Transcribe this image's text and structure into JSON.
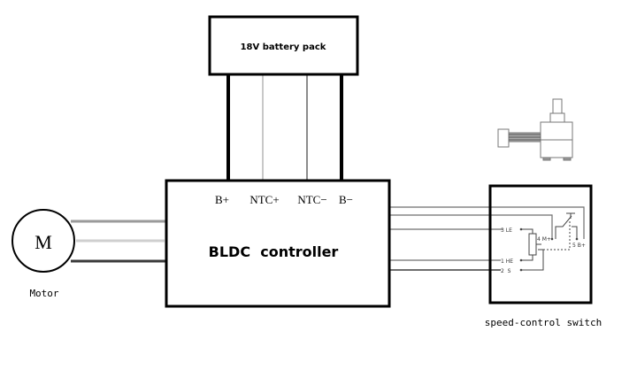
{
  "diagram": {
    "battery": {
      "label": "18V battery pack"
    },
    "controller": {
      "label": "BLDC  controller",
      "terminals": [
        "B+",
        "NTC+",
        "NTC−",
        "B−"
      ]
    },
    "motor": {
      "symbol": "M",
      "label": "Motor"
    },
    "switch": {
      "label": "speed-control switch",
      "pins": {
        "le": "3 LE",
        "he": "1 HE",
        "s": "2  S",
        "m": "4 M+",
        "b": "5 B+"
      },
      "photo_icon": "potentiometer-switch-photo"
    },
    "wire_colors": {
      "power": "#000000",
      "ntc_plus": "#c8c8c8",
      "ntc_minus": "#8c8c8c",
      "phase_a": "#9a9a9a",
      "phase_b": "#cfcfcf",
      "phase_c": "#3a3a3a",
      "signal": "#6e6e6e"
    }
  }
}
